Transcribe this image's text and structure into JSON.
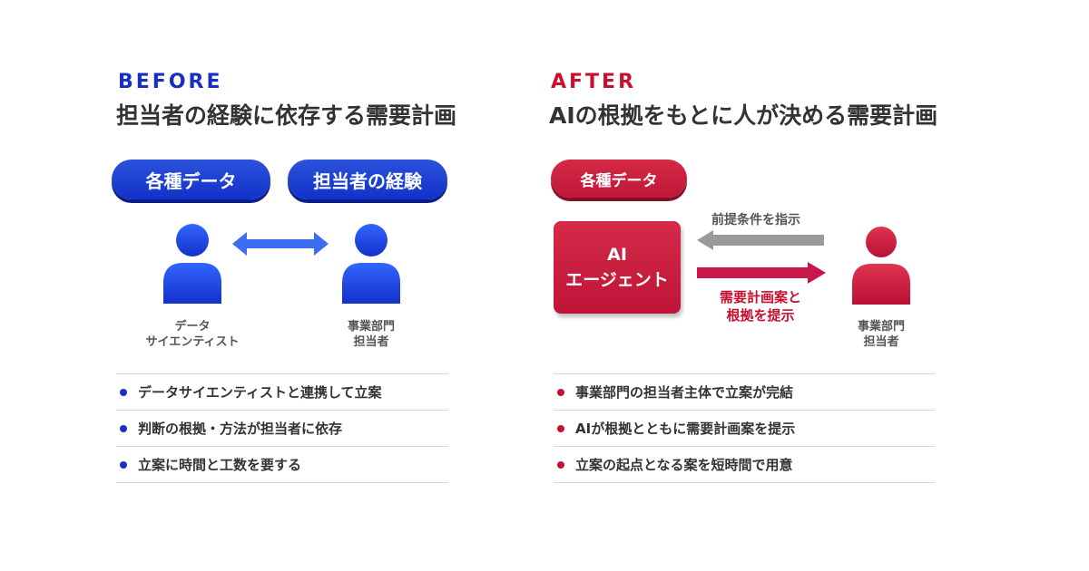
{
  "before": {
    "tag": "BEFORE",
    "heading": "担当者の経験に依存する需要計画",
    "pills": [
      "各種データ",
      "担当者の経験"
    ],
    "person_left": [
      "データ",
      "サイエンティスト"
    ],
    "person_right": [
      "事業部門",
      "担当者"
    ],
    "bullets": [
      "データサイエンティストと連携して立案",
      "判断の根拠・方法が担当者に依存",
      "立案に時間と工数を要する"
    ]
  },
  "after": {
    "tag": "AFTER",
    "heading": "AIの根拠をもとに人が決める需要計画",
    "pill": "各種データ",
    "agent": [
      "AI",
      "エージェント"
    ],
    "arrow_top_label": "前提条件を指示",
    "arrow_bottom_label": [
      "需要計画案と",
      "根拠を提示"
    ],
    "person": [
      "事業部門",
      "担当者"
    ],
    "bullets": [
      "事業部門の担当者主体で立案が完結",
      "AIが根拠とともに需要計画案を提示",
      "立案の起点となる案を短時間で用意"
    ]
  },
  "colors": {
    "before_accent": "#1a2fc2",
    "after_accent": "#c8102e",
    "gray_arrow": "#9a9a9a"
  },
  "icons": {
    "person": "person-icon",
    "double_arrow": "double-arrow-icon",
    "arrow_left": "arrow-left-icon",
    "arrow_right": "arrow-right-icon",
    "bullet": "bullet-dot-icon"
  }
}
